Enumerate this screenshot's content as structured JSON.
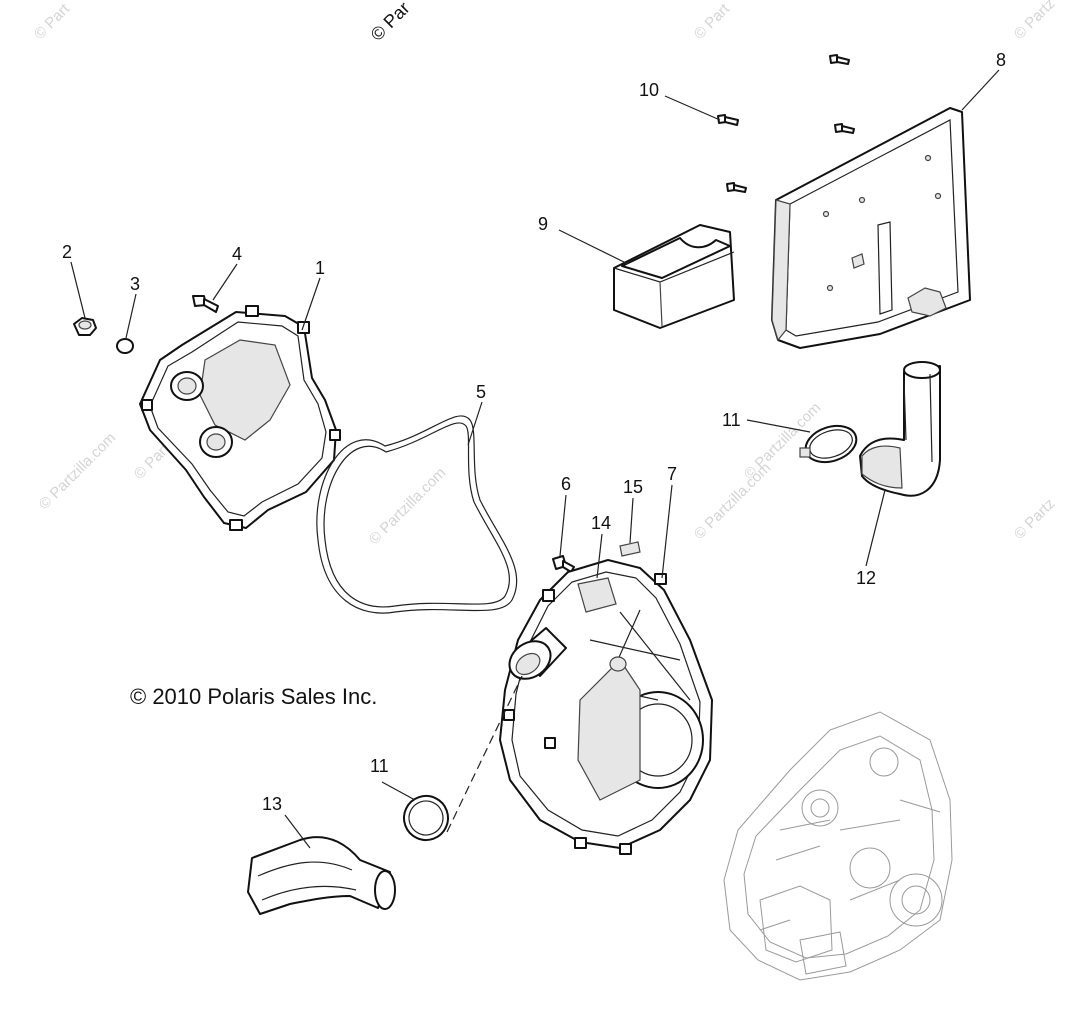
{
  "copyright": "© 2010 Polaris Sales Inc.",
  "watermark_top": "© Par",
  "watermarks": [
    "© Part",
    "© Part",
    "© Partzilla.com",
    "© Partzilla.com",
    "© Partzilla.com",
    "© Partzilla.com",
    "© Partzilla.com",
    "© Partz",
    "© Partz"
  ],
  "callouts": {
    "c1": "1",
    "c2": "2",
    "c3": "3",
    "c4": "4",
    "c5": "5",
    "c6": "6",
    "c7": "7",
    "c8": "8",
    "c9": "9",
    "c10": "10",
    "c11a": "11",
    "c11b": "11",
    "c12": "12",
    "c13": "13",
    "c14": "14",
    "c15": "15"
  }
}
